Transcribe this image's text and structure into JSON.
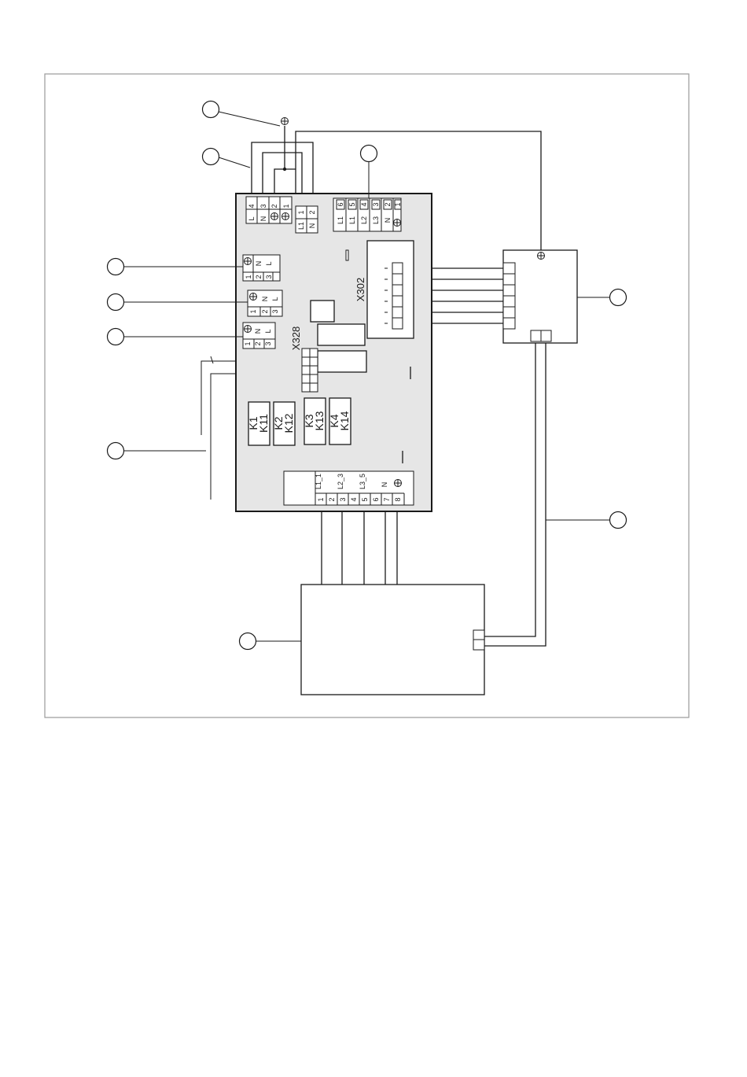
{
  "connectors": {
    "x302": "X302",
    "x328": "X328"
  },
  "relays": [
    {
      "top": "K1",
      "bottom": "K11"
    },
    {
      "top": "K2",
      "bottom": "K12"
    },
    {
      "top": "K3",
      "bottom": "K13"
    },
    {
      "top": "K4",
      "bottom": "K14"
    }
  ],
  "mains_block": {
    "pins": [
      "4",
      "3",
      "2",
      "1"
    ],
    "labels": [
      "L",
      "N"
    ]
  },
  "small_block": {
    "pins": [
      "1",
      "2"
    ],
    "labels": [
      "L1",
      "N"
    ]
  },
  "top_right_block": {
    "pins": [
      "6",
      "5",
      "4",
      "3",
      "2",
      "1"
    ],
    "labels": [
      "L1",
      "L1",
      "L2",
      "L3",
      "N"
    ]
  },
  "left_blocks": [
    {
      "pins": [
        "1",
        "2",
        "3"
      ],
      "labels": [
        "N",
        "L"
      ]
    },
    {
      "pins": [
        "1",
        "2",
        "3"
      ],
      "labels": [
        "N",
        "L"
      ]
    },
    {
      "pins": [
        "1",
        "2",
        "3"
      ],
      "labels": [
        "N",
        "L"
      ]
    }
  ],
  "bottom_block": {
    "pins": [
      "1",
      "2",
      "3",
      "4",
      "5",
      "6",
      "7",
      "8"
    ],
    "labels": [
      "L1_1",
      "L2_3",
      "L3_5",
      "N"
    ]
  }
}
